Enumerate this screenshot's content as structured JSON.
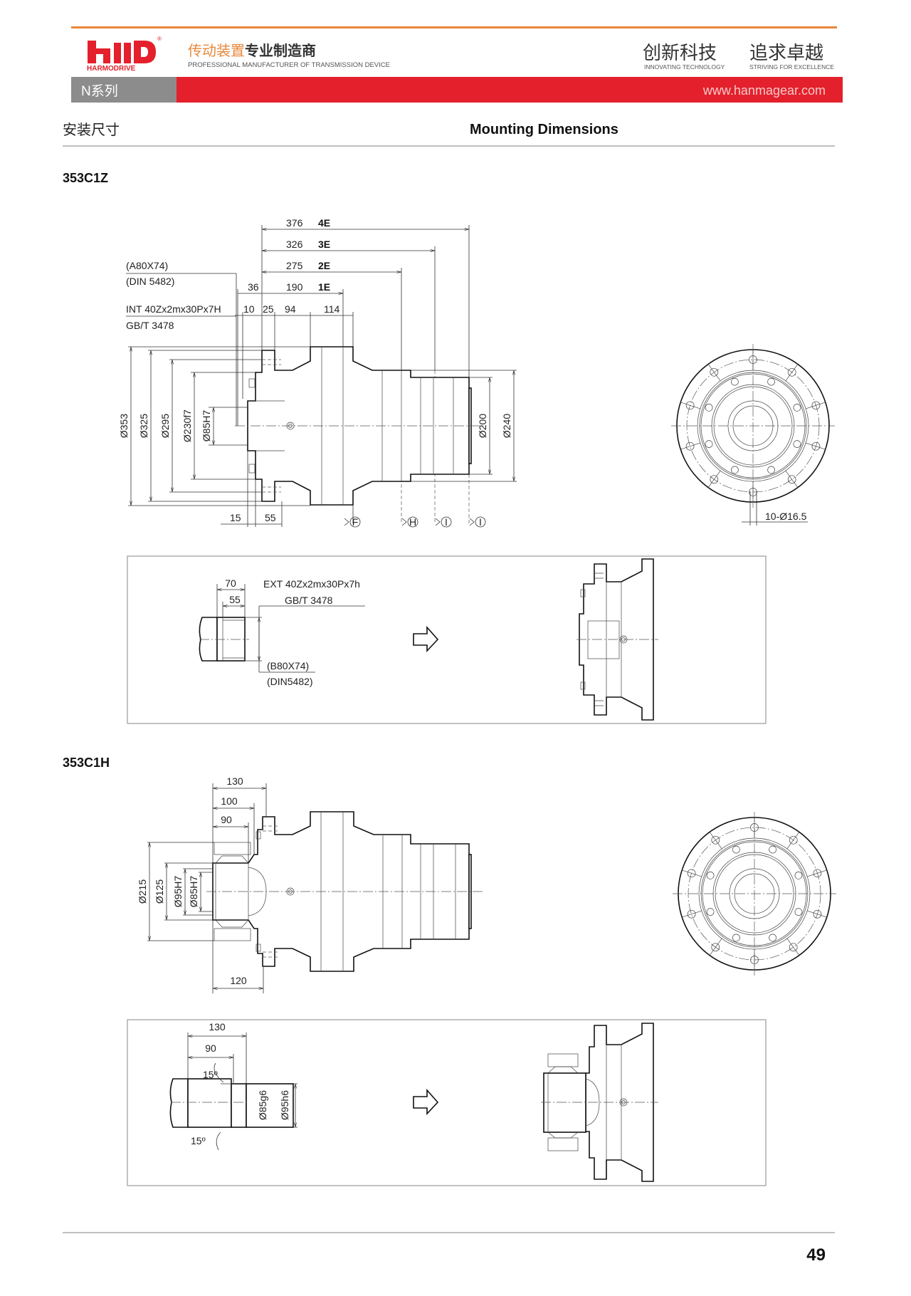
{
  "header": {
    "logo_text": "hmD",
    "brand": "HARMODRIVE",
    "slogan_cn_accent": "传动装置",
    "slogan_cn": "专业制造商",
    "slogan_en": "PROFESSIONAL MANUFACTURER OF TRANSMISSION DEVICE",
    "motto1": "创新科技",
    "motto1_en": "INNOVATING TECHNOLOGY",
    "motto2": "追求卓越",
    "motto2_en": "STRIVING FOR EXCELLENCE",
    "series": "N系列",
    "url": "www.hanmagear.com",
    "colors": {
      "accent": "#e8873a",
      "band_red": "#e3202c",
      "band_grey": "#8c8c8c"
    }
  },
  "section": {
    "title_cn": "安装尺寸",
    "title_en": "Mounting Dimensions"
  },
  "model1": {
    "name": "353C1Z",
    "lengths": [
      {
        "value": "376",
        "code": "4E"
      },
      {
        "value": "326",
        "code": "3E"
      },
      {
        "value": "275",
        "code": "2E"
      },
      {
        "value": "190",
        "code": "1E"
      }
    ],
    "d36": "36",
    "row": [
      "10",
      "25",
      "94",
      "114"
    ],
    "spline1": "(A80X74)",
    "spline2": "(DIN 5482)",
    "int_spec": "INT 40Zx2mx30Px7H",
    "int_std": "GB/T 3478",
    "diameters": [
      "Ø353",
      "Ø325",
      "Ø295",
      "Ø230f7",
      "Ø85H7"
    ],
    "right_diameters": [
      "Ø200",
      "Ø240"
    ],
    "bottom": [
      "15",
      "55"
    ],
    "markers": [
      "F",
      "H",
      "I",
      "I"
    ],
    "holes": "10-Ø16.5",
    "detail": {
      "d70": "70",
      "d55": "55",
      "ext_spec": "EXT 40Zx2mx30Px7h",
      "ext_std": "GB/T 3478",
      "spline1": "(B80X74)",
      "spline2": "(DIN5482)"
    }
  },
  "model2": {
    "name": "353C1H",
    "lengths": [
      "130",
      "100",
      "90"
    ],
    "bottom": "120",
    "diameters": [
      "Ø215",
      "Ø125",
      "Ø95H7",
      "Ø85H7"
    ],
    "detail": {
      "d130": "130",
      "d90": "90",
      "angle_top": "15º",
      "angle_bottom": "15º",
      "dia1": "Ø85g6",
      "dia2": "Ø95h6"
    }
  },
  "footer": {
    "page": "49"
  }
}
